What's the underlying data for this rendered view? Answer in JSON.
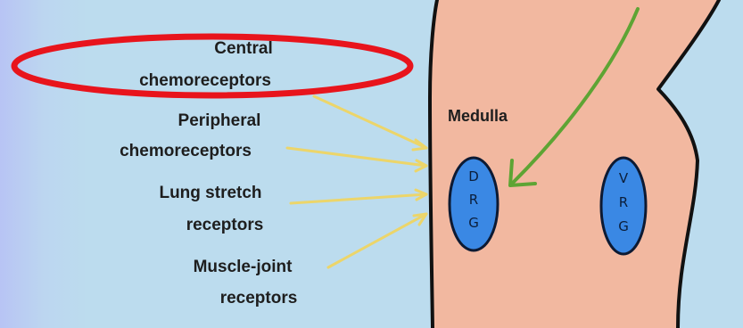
{
  "labels": {
    "central_line1": "Central",
    "central_line2": "chemoreceptors",
    "peripheral_line1": "Peripheral",
    "peripheral_line2": "chemoreceptors",
    "lung_line1": "Lung stretch",
    "lung_line2": "receptors",
    "muscle_line1": "Muscle-joint",
    "muscle_line2": "receptors",
    "medulla": "Medulla"
  },
  "drg": {
    "letters": [
      "D",
      "R",
      "G"
    ]
  },
  "vrg": {
    "letters": [
      "V",
      "R",
      "G"
    ]
  },
  "colors": {
    "background": "#bcdcee",
    "medulla_fill": "#f2b8a0",
    "nucleus_fill": "#3a88e4",
    "outline": "#111111",
    "input_arrows": "#ecd56a",
    "green_arrow": "#5ea434",
    "highlight_ellipse": "#e8141c"
  }
}
